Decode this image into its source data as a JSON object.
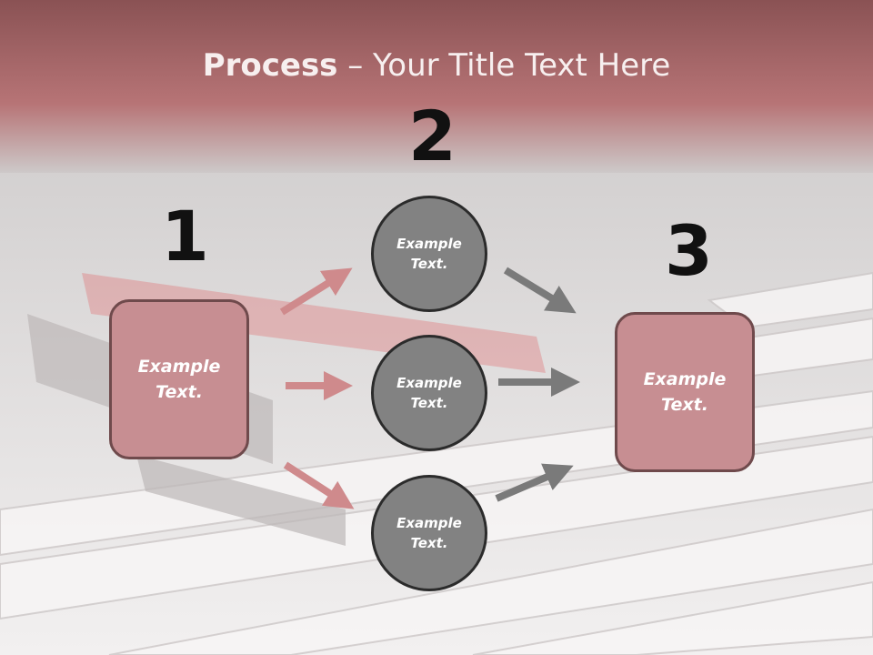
{
  "title": {
    "strong": "Process",
    "rest": " – Your Title Text Here"
  },
  "steps": [
    {
      "number": "1",
      "text": "Example\nText."
    },
    {
      "number": "2",
      "text": "Example\nText."
    },
    {
      "number": "3",
      "text": "Example\nText."
    }
  ],
  "circles": [
    {
      "text": "Example\nText."
    },
    {
      "text": "Example\nText."
    },
    {
      "text": "Example\nText."
    }
  ],
  "colors": {
    "left_arrow": "#cf8a8c",
    "right_arrow": "#7a7a7a",
    "box_fill": "#c78e92",
    "circle_fill": "#828282",
    "header": "#9b5b5d"
  }
}
